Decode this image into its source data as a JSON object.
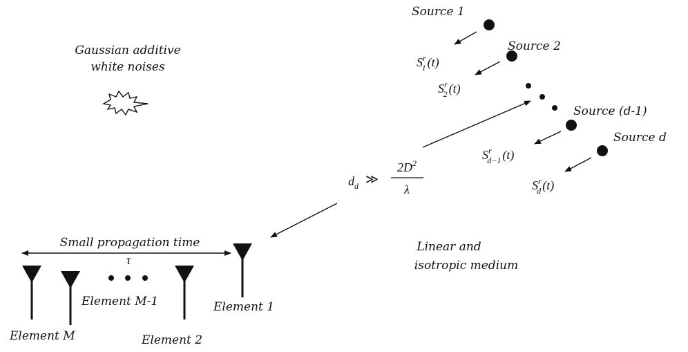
{
  "noise": {
    "line1": "Gaussian additive",
    "line2": "white noises"
  },
  "sources": [
    {
      "label": "Source 1",
      "sym": "S",
      "sup": "r",
      "sub": "1",
      "arg": "(t)"
    },
    {
      "label": "Source 2",
      "sym": "S",
      "sup": "r",
      "sub": "2",
      "arg": "(t)"
    },
    {
      "label": "Source (d-1)",
      "sym": "S",
      "sup": "r",
      "sub": "d−1",
      "arg": "(t)"
    },
    {
      "label": "Source d",
      "sym": "S",
      "sup": "r",
      "sub": "d",
      "arg": "(t)"
    }
  ],
  "distance": {
    "lhs": "d",
    "lhs_sub": "d",
    "rel": "≫",
    "num": "2D",
    "num_sup": "2",
    "den": "λ"
  },
  "propagation": {
    "label": "Small propagation time",
    "symbol": "τ"
  },
  "medium": {
    "line1": "Linear and",
    "line2": "isotropic medium"
  },
  "elements": [
    {
      "label": "Element 1"
    },
    {
      "label": "Element 2"
    },
    {
      "label": "Element M-1"
    },
    {
      "label": "Element M"
    }
  ],
  "colors": {
    "ink": "#111111",
    "background": "#ffffff"
  }
}
